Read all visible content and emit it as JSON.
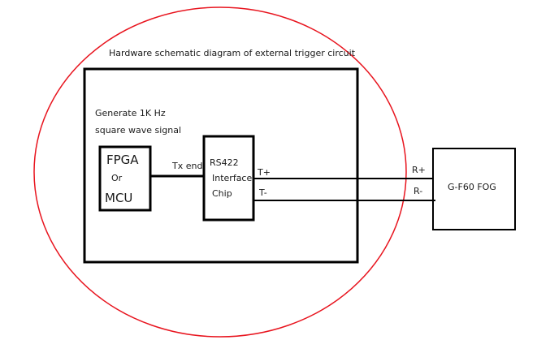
{
  "title": "Hardware schematic diagram of external trigger circuit",
  "colors": {
    "boundary": "#e8141e",
    "stroke": "#000000",
    "text": "#1a1a1a"
  },
  "signal_note": {
    "line1": "Generate 1K Hz",
    "line2": "square wave signal"
  },
  "controller_block": {
    "line1": "FPGA",
    "line2": "Or",
    "line3": "MCU"
  },
  "tx_label": "Tx end",
  "interface_block": {
    "line1": "RS422",
    "line2": "Interface",
    "line3": "Chip"
  },
  "transmit_pins": {
    "positive": "T+",
    "negative": "T-"
  },
  "receive_pins": {
    "positive": "R+",
    "negative": "R-"
  },
  "device_block": {
    "label": "G-F60 FOG"
  }
}
